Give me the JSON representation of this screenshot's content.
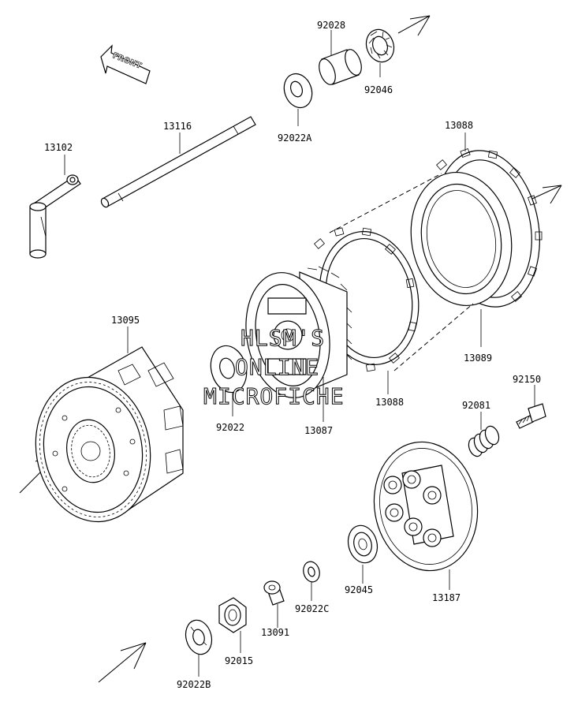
{
  "labels": {
    "p92028": "92028",
    "p92046": "92046",
    "p92022A": "92022A",
    "p13116": "13116",
    "p13102": "13102",
    "p13088_top": "13088",
    "p13095": "13095",
    "p13089": "13089",
    "p92150": "92150",
    "p92022": "92022",
    "p13087": "13087",
    "p13088_bottom": "13088",
    "p92081": "92081",
    "p13187": "13187",
    "p92045": "92045",
    "p92022C": "92022C",
    "p13091": "13091",
    "p92015": "92015",
    "p92022B": "92022B"
  },
  "direction_badge": "FRONT",
  "watermark": {
    "line1": "HLSM'S",
    "line2": "ONLINE",
    "line3": "MICROFICHE"
  }
}
